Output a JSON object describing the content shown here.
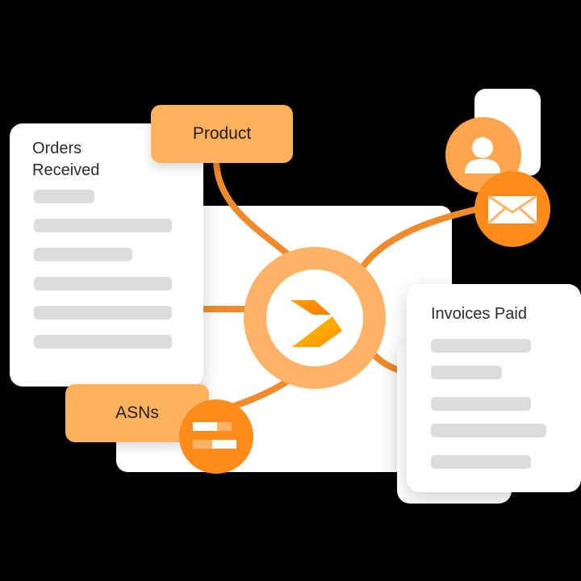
{
  "diagram": {
    "hub": {
      "icon": "chevron-logo-icon"
    },
    "cards": {
      "orders": {
        "title_line1": "Orders",
        "title_line2": "Received",
        "bars": 6
      },
      "invoices": {
        "title": "Invoices Paid",
        "bars": 5
      }
    },
    "tags": {
      "product": {
        "label": "Product"
      },
      "asns": {
        "label": "ASNs"
      }
    },
    "badges": {
      "user": {
        "icon": "user-icon"
      },
      "mail": {
        "icon": "envelope-icon"
      },
      "asn": {
        "icon": "toggle-bars-icon"
      }
    },
    "colors": {
      "orange_light": "#ffb25e",
      "orange": "#ff8c1a",
      "ring": "#ffb366",
      "line": "#f08a2c",
      "bar": "#dcdcdc"
    }
  }
}
